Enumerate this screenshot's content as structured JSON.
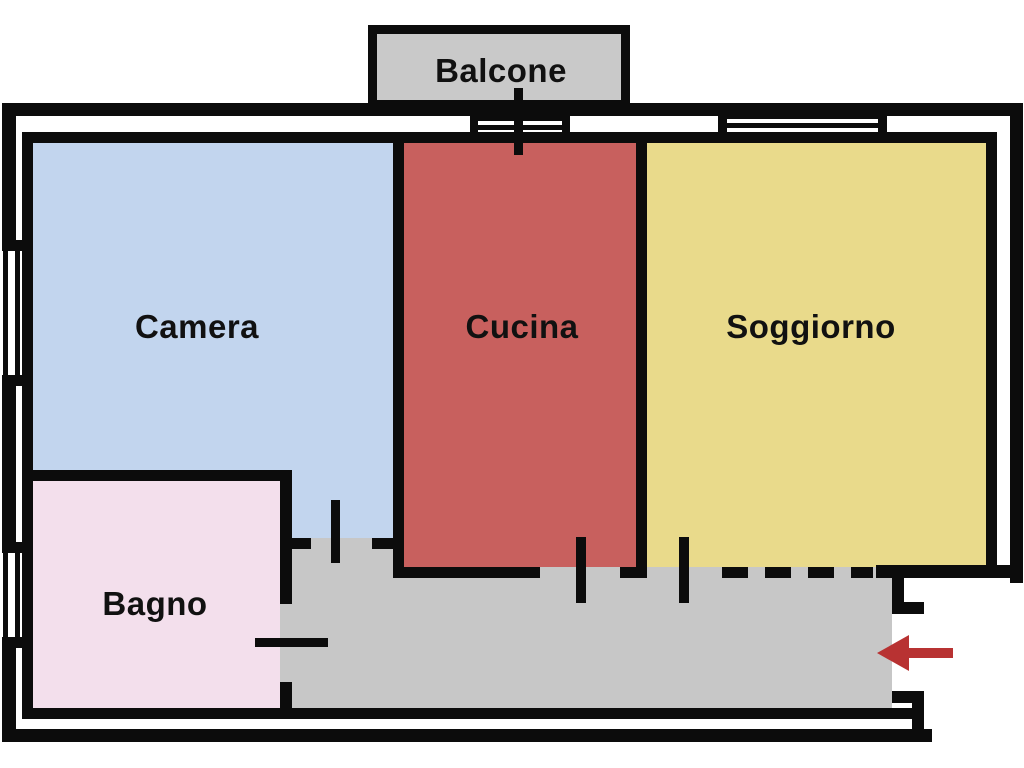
{
  "diagram": {
    "type": "floor-plan",
    "language": "it"
  },
  "rooms": {
    "balcone": {
      "label": "Balcone",
      "fill": "#c9c9c9"
    },
    "camera": {
      "label": "Camera",
      "fill": "#c2d5ee"
    },
    "cucina": {
      "label": "Cucina",
      "fill": "#c8605e"
    },
    "soggiorno": {
      "label": "Soggiorno",
      "fill": "#e9da8b"
    },
    "bagno": {
      "label": "Bagno",
      "fill": "#f3dfec"
    },
    "corridoio": {
      "fill": "#c7c7c7"
    }
  },
  "colors": {
    "wall": "#0c0c0c",
    "background": "#ffffff",
    "label_text": "#111111",
    "entrance_arrow": "#b83232"
  },
  "annotations": {
    "entrance_arrow_direction": "left"
  }
}
